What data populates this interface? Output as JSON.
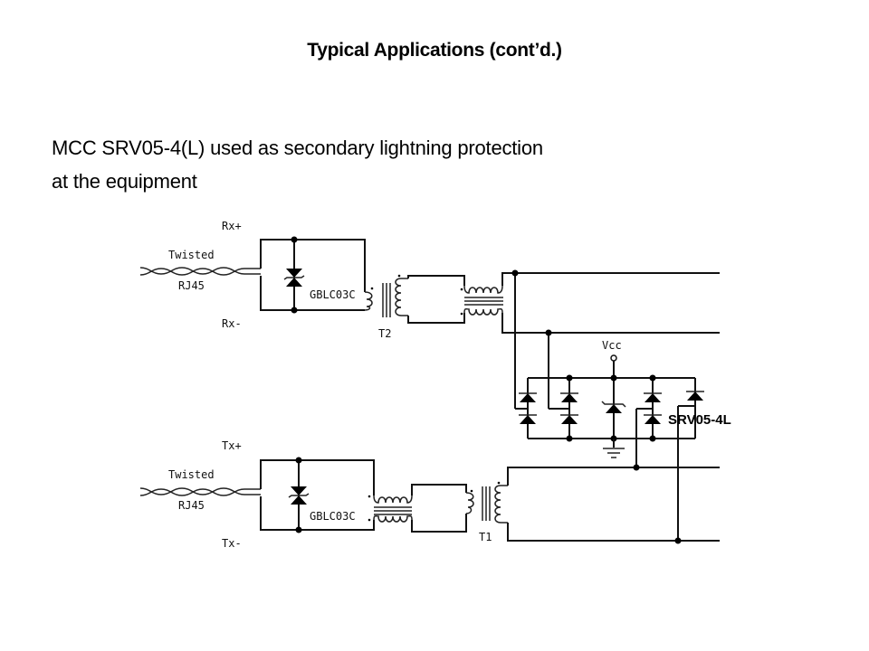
{
  "slide": {
    "title": "Typical Applications (cont’d.)",
    "body_lines": [
      "MCC SRV05-4(L) used as secondary lightning protection",
      "at the equipment"
    ]
  },
  "diagram": {
    "rx_section": {
      "plus_label": "Rx+",
      "minus_label": "Rx-",
      "cable_label_top": "Twisted",
      "cable_label_bottom": "RJ45",
      "protector_label": "GBLC03C",
      "transformer_label": "T2"
    },
    "tx_section": {
      "plus_label": "Tx+",
      "minus_label": "Tx-",
      "cable_label_top": "Twisted",
      "cable_label_bottom": "RJ45",
      "protector_label": "GBLC03C",
      "transformer_label": "T1"
    },
    "array": {
      "supply_label": "Vcc",
      "device_label": "SRV05-4L"
    }
  }
}
